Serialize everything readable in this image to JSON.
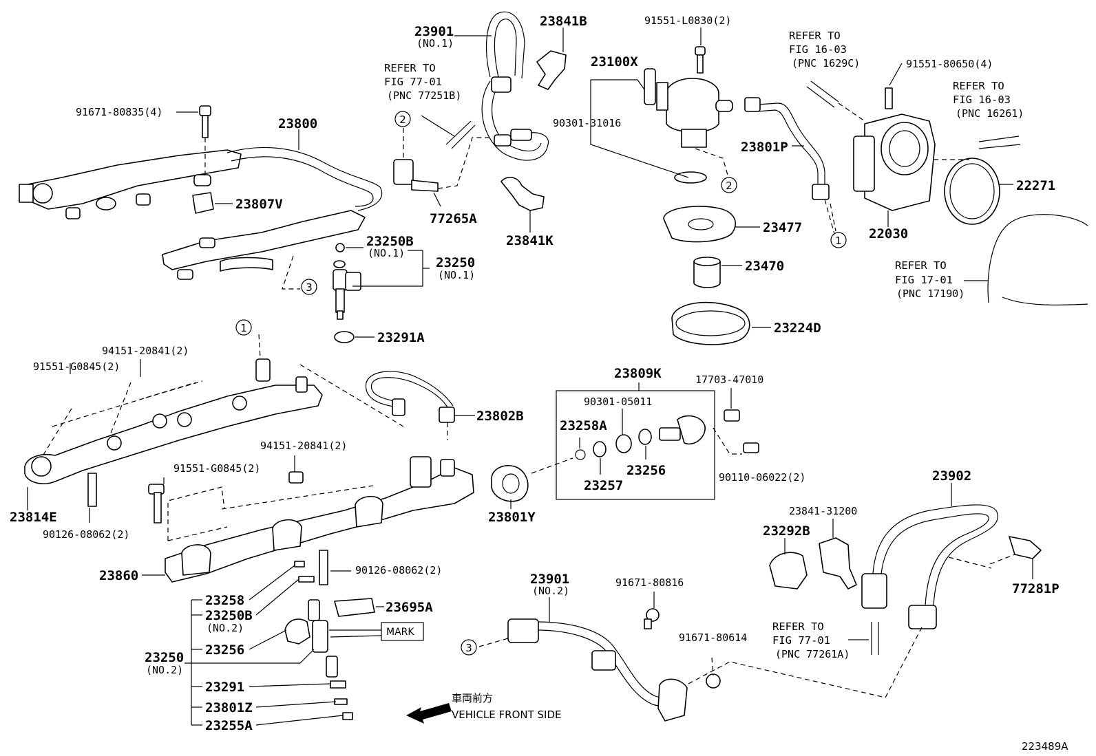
{
  "diagram_id": "223489A",
  "direction": {
    "jp": "車両前方",
    "en": "VEHICLE FRONT SIDE"
  },
  "mark_label": "MARK",
  "refs": {
    "r1": {
      "l1": "REFER TO",
      "l2": "FIG 77-01",
      "l3": "(PNC 77251B)"
    },
    "r2": {
      "l1": "REFER TO",
      "l2": "FIG 16-03",
      "l3": "(PNC 1629C)"
    },
    "r3": {
      "l1": "REFER TO",
      "l2": "FIG 16-03",
      "l3": "(PNC 16261)"
    },
    "r4": {
      "l1": "REFER TO",
      "l2": "FIG 17-01",
      "l3": "(PNC 17190)"
    },
    "r5": {
      "l1": "REFER TO",
      "l2": "FIG 77-01",
      "l3": "(PNC 77261A)"
    }
  },
  "parts": {
    "p23901a": "23901",
    "p23901a_sub": "(NO.1)",
    "p23841b": "23841B",
    "p91551l": "91551-L0830(2)",
    "p23100x": "23100X",
    "p90301_31016": "90301-31016",
    "p91551_80650": "91551-80650(4)",
    "p91671_80835": "91671-80835(4)",
    "p23800": "23800",
    "p23807v": "23807V",
    "p77265a": "77265A",
    "p23841k": "23841K",
    "p23801p": "23801P",
    "p22271": "22271",
    "p22030": "22030",
    "p23477": "23477",
    "p23470": "23470",
    "p23224d": "23224D",
    "p23250b_1": "23250B",
    "p23250b_1_sub": "(NO.1)",
    "p23250_1": "23250",
    "p23250_1_sub": "(NO.1)",
    "p23291a": "23291A",
    "p94151_a": "94151-20841(2)",
    "p91551_g_a": "91551-G0845(2)",
    "p23802b": "23802B",
    "p23809k": "23809K",
    "p17703": "17703-47010",
    "p90301_05011": "90301-05011",
    "p23258a": "23258A",
    "p23256_box": "23256",
    "p23257": "23257",
    "p90110": "90110-06022(2)",
    "p23801y": "23801Y",
    "p23814e": "23814E",
    "p90126_a": "90126-08062(2)",
    "p94151_b": "94151-20841(2)",
    "p91551_g_b": "91551-G0845(2)",
    "p23860": "23860",
    "p90126_b": "90126-08062(2)",
    "p23258": "23258",
    "p23250b_2": "23250B",
    "p23250b_2_sub": "(NO.2)",
    "p23256": "23256",
    "p23250_2": "23250",
    "p23250_2_sub": "(NO.2)",
    "p23291": "23291",
    "p23801z": "23801Z",
    "p23255a": "23255A",
    "p23695a": "23695A",
    "p23901b": "23901",
    "p23901b_sub": "(NO.2)",
    "p91671_80816": "91671-80816",
    "p91671_80614": "91671-80614",
    "p23902": "23902",
    "p23841_31200": "23841-31200",
    "p23292b": "23292B",
    "p77281p": "77281P"
  },
  "callouts": {
    "c1": "1",
    "c2": "2",
    "c3": "3"
  }
}
